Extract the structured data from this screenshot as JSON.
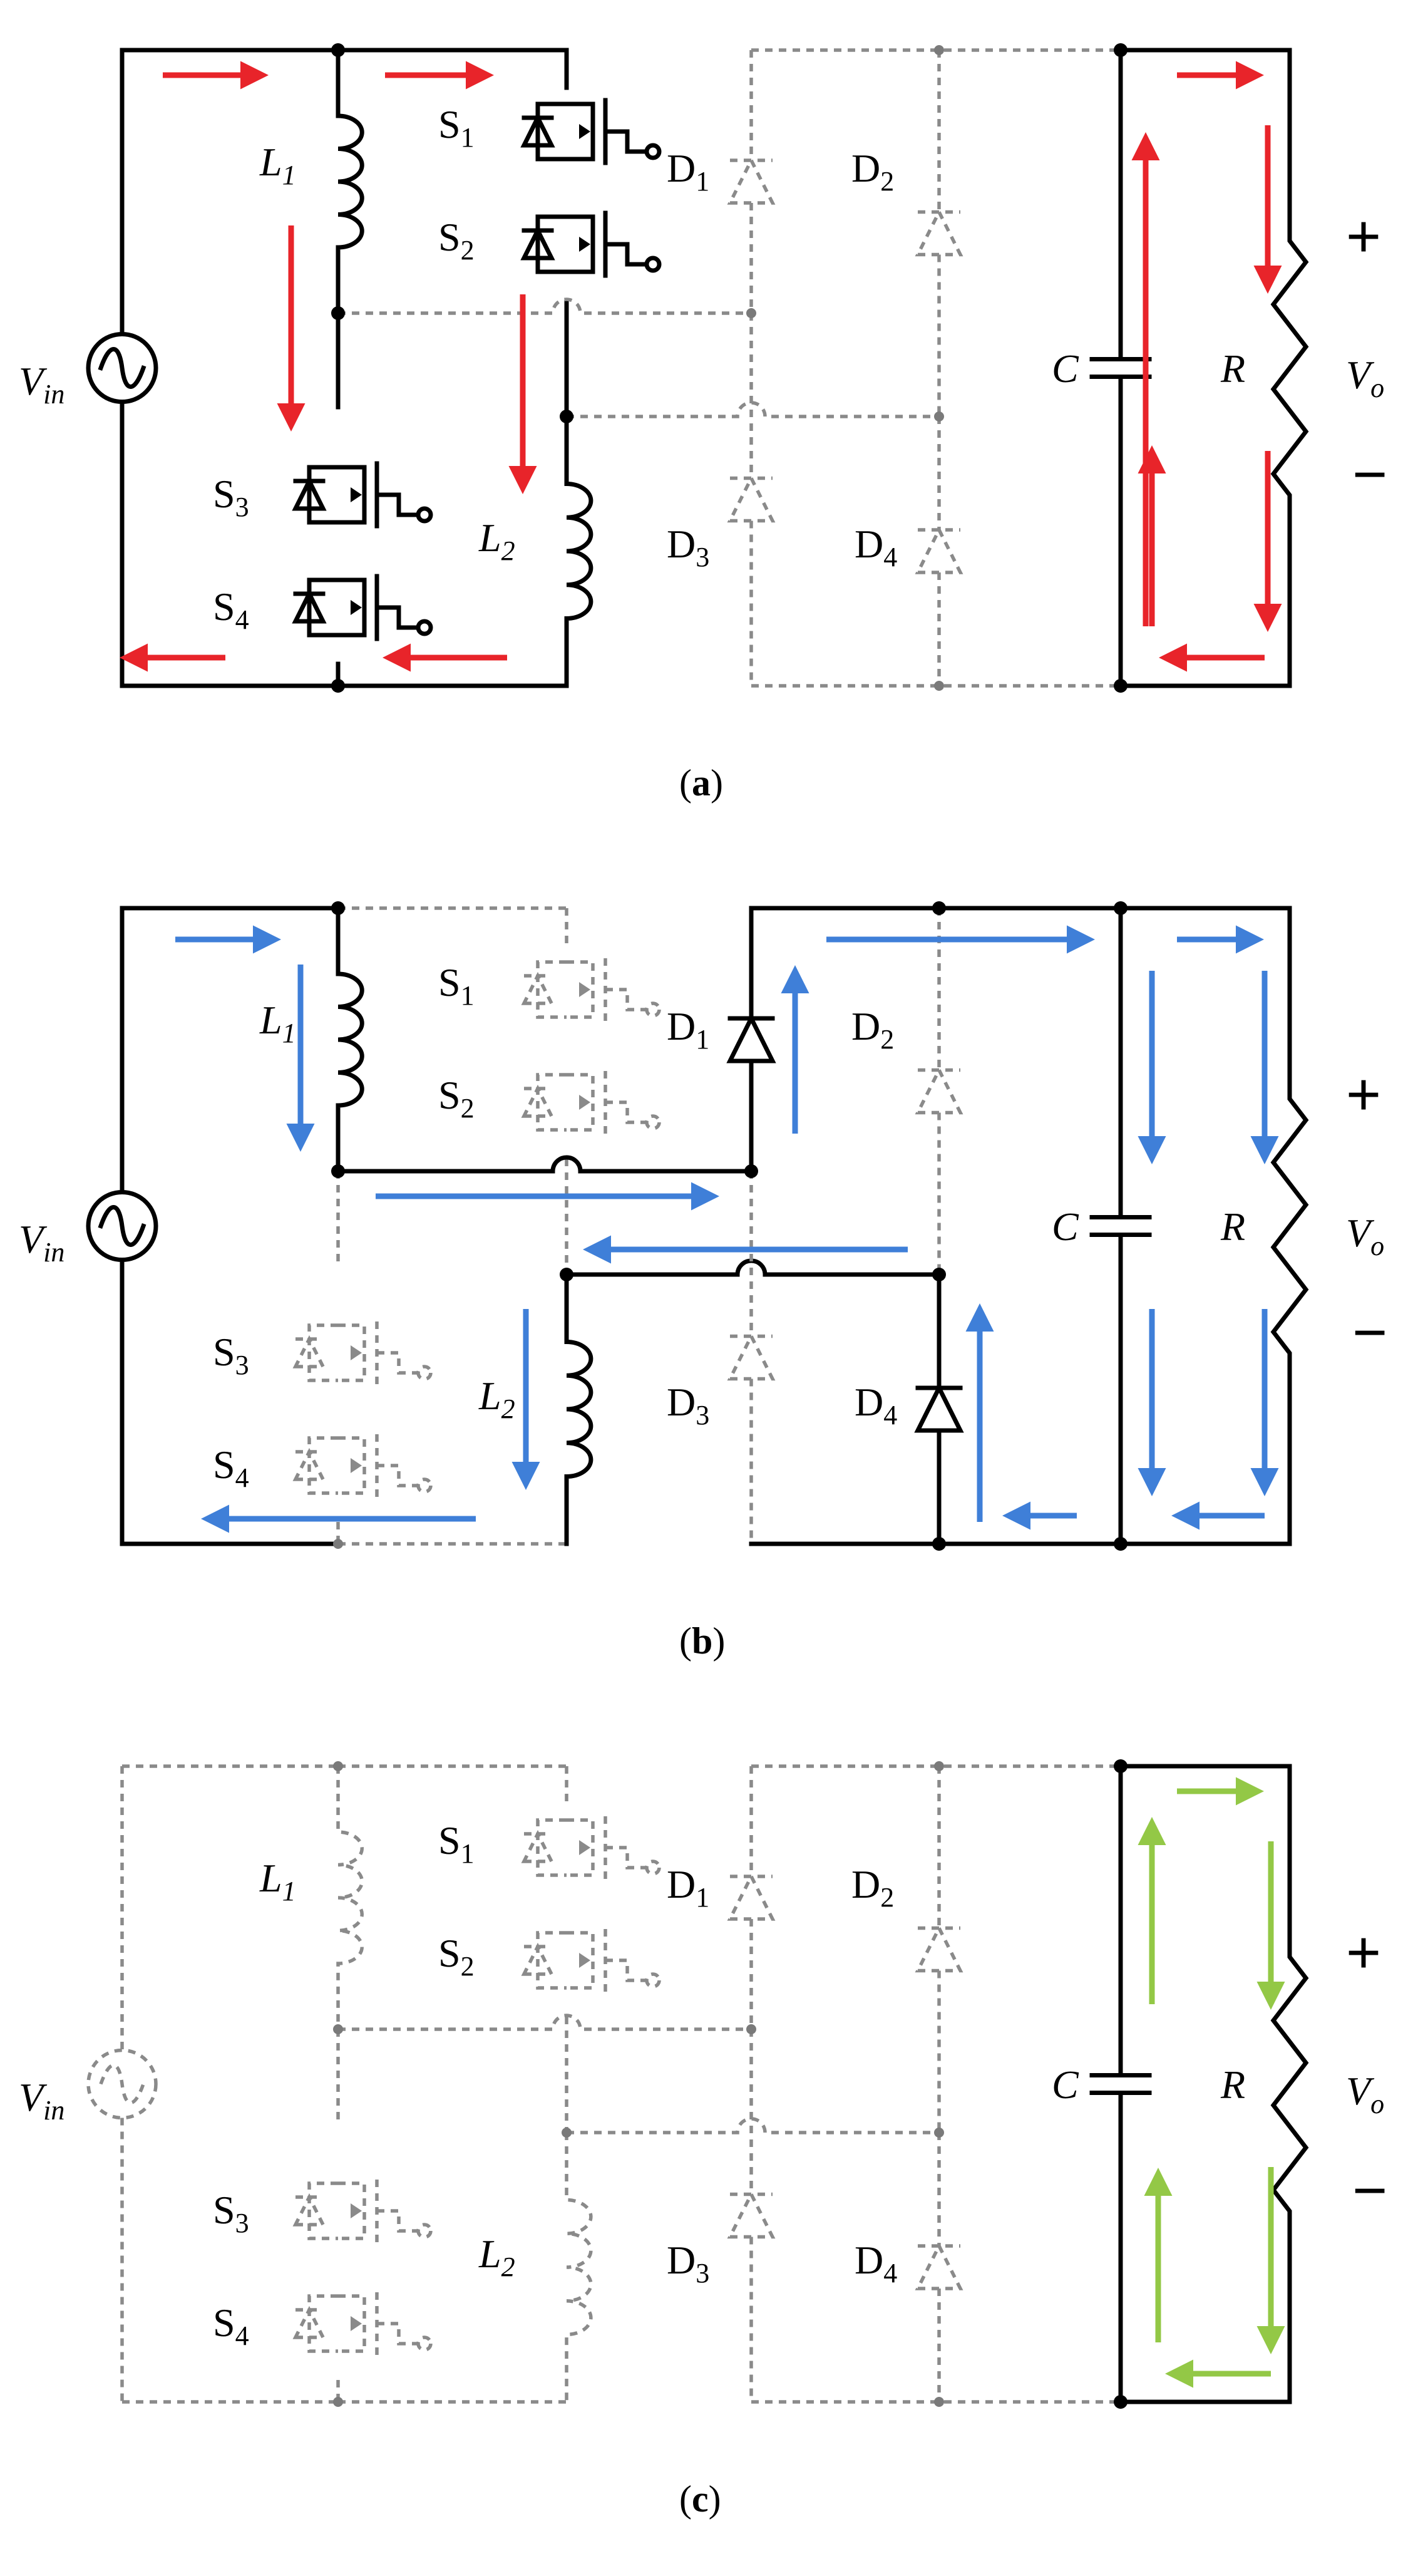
{
  "colors": {
    "panel_a_arrow": "#e8242a",
    "panel_b_arrow": "#3f7fd8",
    "panel_c_arrow": "#93c846",
    "active_wire": "#000000",
    "inactive_wire": "#8a8a8a"
  },
  "labels": {
    "vin_main": "V",
    "vin_sub": "in",
    "vo_main": "V",
    "vo_sub": "o",
    "l1_main": "L",
    "l1_sub": "1",
    "l2_main": "L",
    "l2_sub": "2",
    "s1_main": "S",
    "s1_sub": "1",
    "s2_main": "S",
    "s2_sub": "2",
    "s3_main": "S",
    "s3_sub": "3",
    "s4_main": "S",
    "s4_sub": "4",
    "d1_main": "D",
    "d1_sub": "1",
    "d2_main": "D",
    "d2_sub": "2",
    "d3_main": "D",
    "d3_sub": "3",
    "d4_main": "D",
    "d4_sub": "4",
    "c": "C",
    "r": "R",
    "plus": "+",
    "minus": "−"
  },
  "panels": [
    {
      "id": "a",
      "caption_open": "(",
      "caption_letter": "a",
      "caption_close": ")",
      "arrow_color_key": "panel_a_arrow"
    },
    {
      "id": "b",
      "caption_open": "(",
      "caption_letter": "b",
      "caption_close": ")",
      "arrow_color_key": "panel_b_arrow"
    },
    {
      "id": "c",
      "caption_open": "(",
      "caption_letter": "c",
      "caption_close": ")",
      "arrow_color_key": "panel_c_arrow"
    }
  ]
}
